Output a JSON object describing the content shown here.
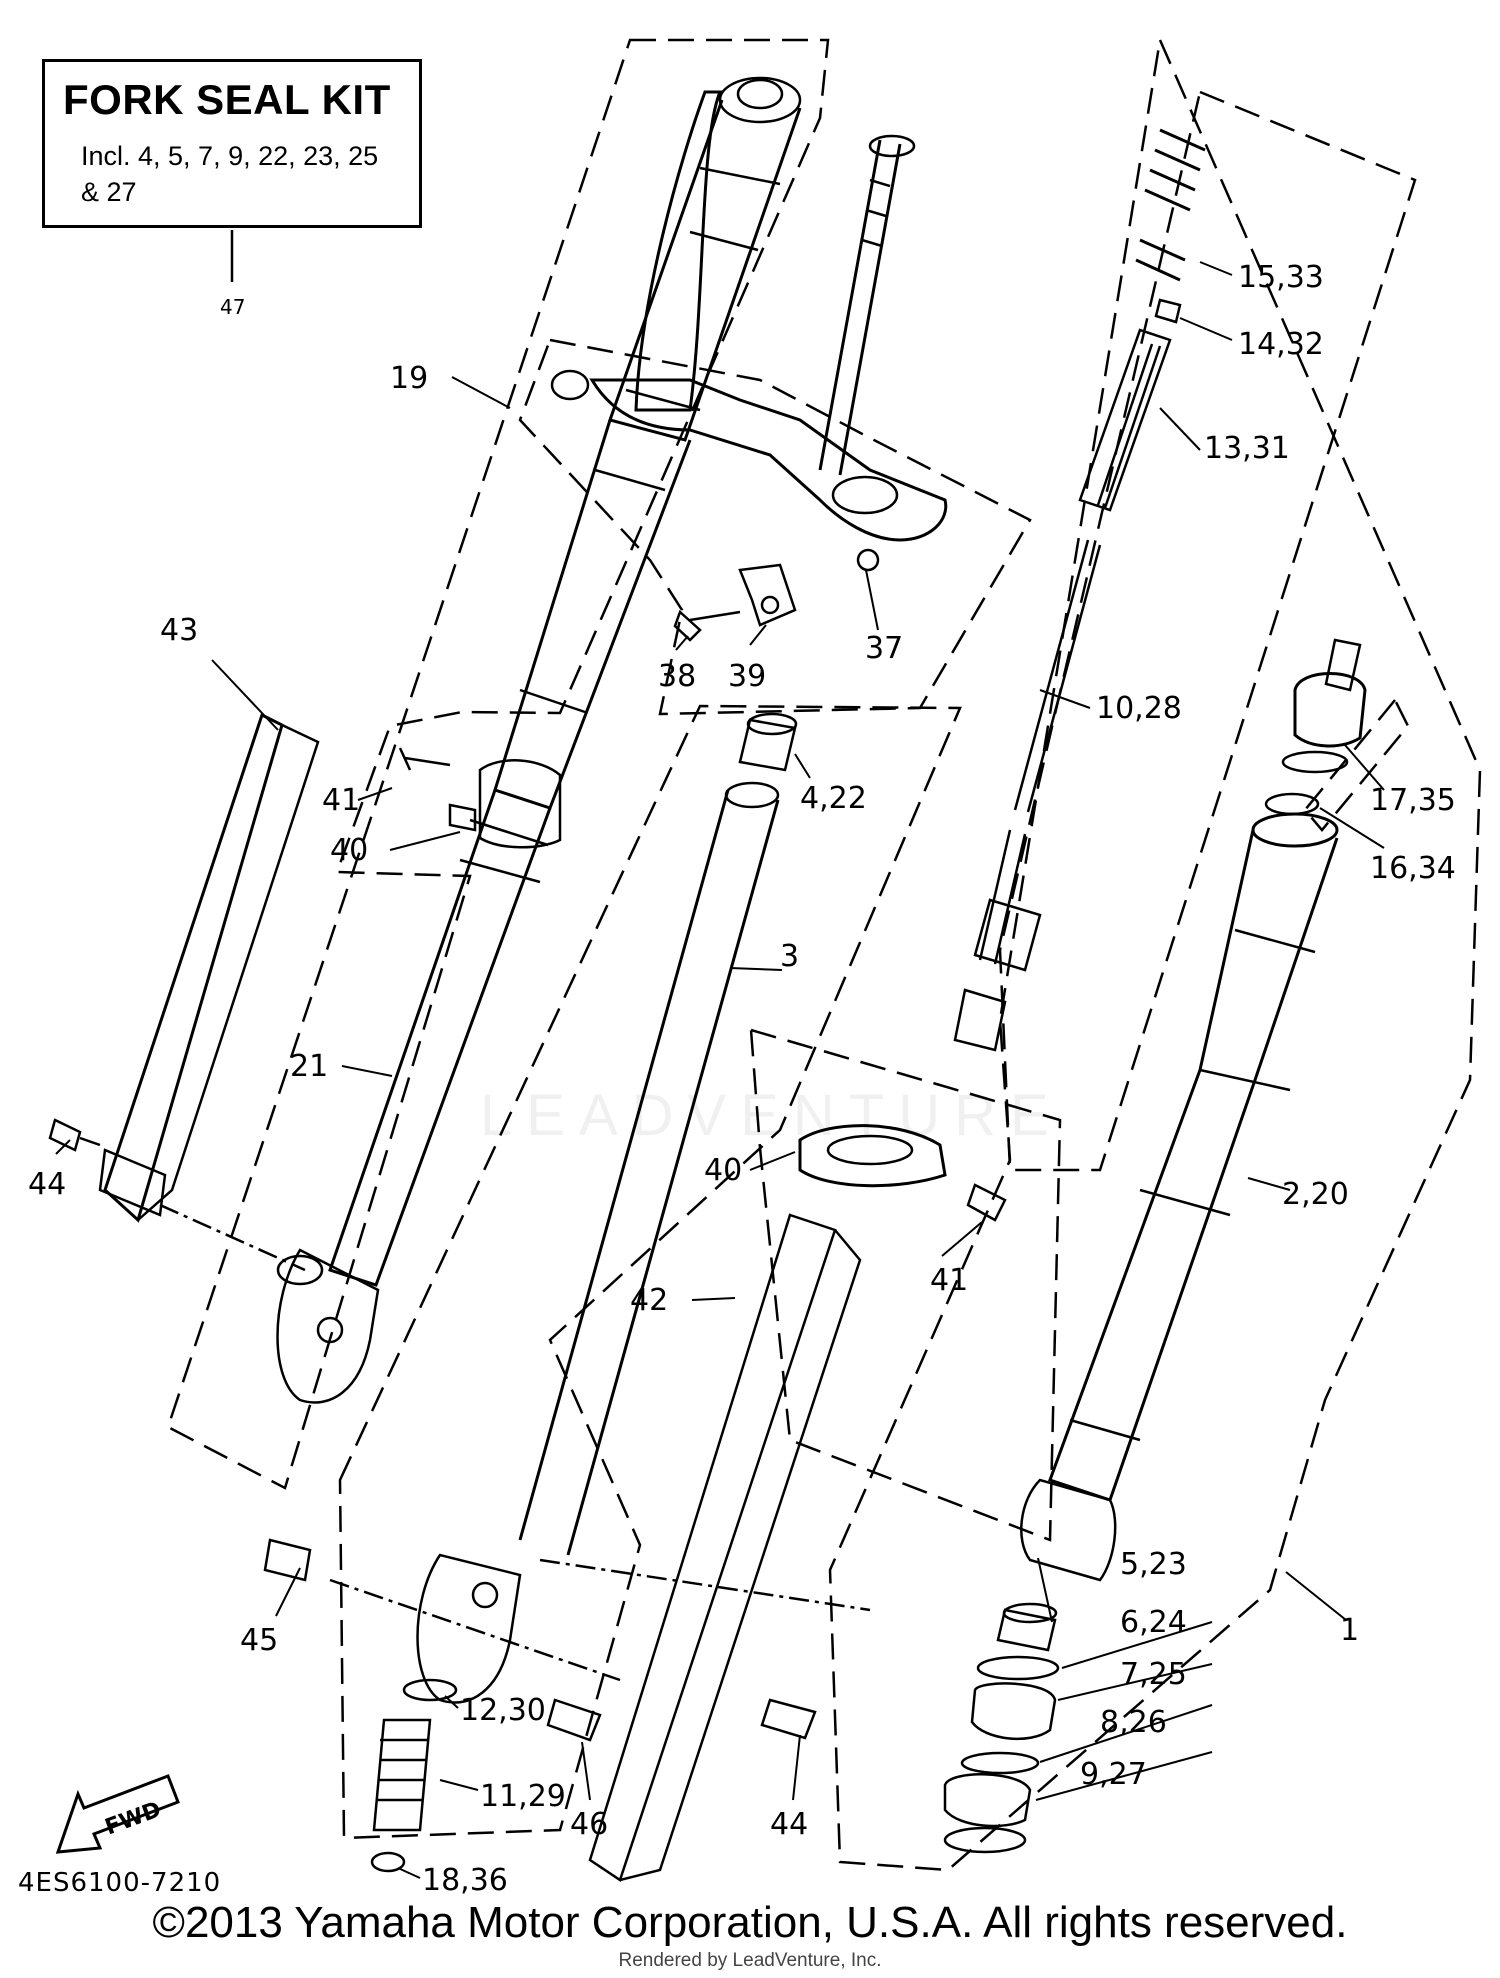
{
  "kit": {
    "title": "FORK SEAL KIT",
    "includes": "Incl. 4, 5, 7, 9, 22, 23, 25 & 27",
    "ref": "47"
  },
  "callouts": {
    "c19": "19",
    "c43": "43",
    "c41a": "41",
    "c40a": "40",
    "c21": "21",
    "c44a": "44",
    "c38": "38",
    "c39": "39",
    "c37": "37",
    "c4_22": "4,22",
    "c3": "3",
    "c40b": "40",
    "c41b": "41",
    "c42": "42",
    "c45": "45",
    "c12_30": "12,30",
    "c11_29": "11,29",
    "c18_36": "18,36",
    "c46": "46",
    "c44b": "44",
    "c15_33": "15,33",
    "c14_32": "14,32",
    "c13_31": "13,31",
    "c10_28": "10,28",
    "c17_35": "17,35",
    "c16_34": "16,34",
    "c2_20": "2,20",
    "c5_23": "5,23",
    "c6_24": "6,24",
    "c7_25": "7,25",
    "c8_26": "8,26",
    "c9_27": "9,27",
    "c1": "1"
  },
  "fwd_label": "FWD",
  "diagram_code": "4ES6100-7210",
  "copyright": "©2013 Yamaha Motor Corporation, U.S.A. All rights reserved.",
  "rendered_by": "Rendered by LeadVenture, Inc.",
  "watermark": "LEADVENTURE"
}
